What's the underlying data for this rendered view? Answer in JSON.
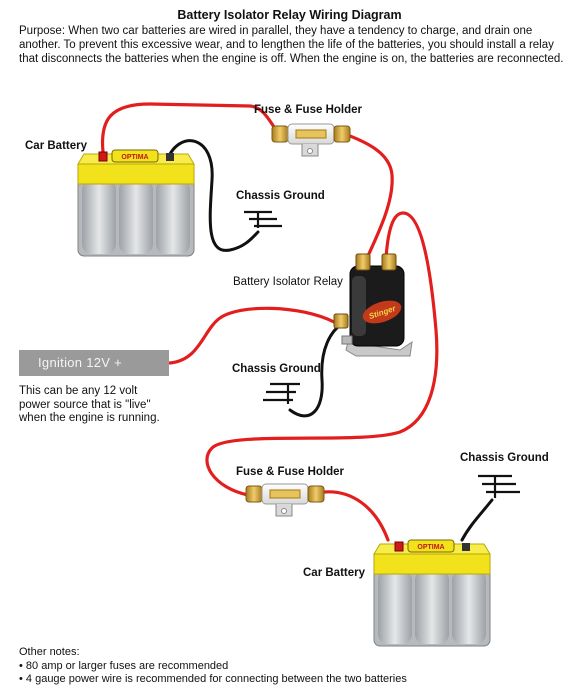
{
  "title": "Battery Isolator Relay Wiring Diagram",
  "purpose": "Purpose: When two car batteries are wired in parallel, they have a tendency to charge, and drain one another. To prevent this excessive wear, and to lengthen the life of the batteries, you should install a relay that disconnects the batteries when the engine is off. When the engine is on, the batteries are reconnected.",
  "labels": {
    "fuse_top": "Fuse & Fuse Holder",
    "car_battery_top": "Car Battery",
    "chassis_ground_1": "Chassis Ground",
    "relay": "Battery Isolator Relay",
    "chassis_ground_2": "Chassis Ground",
    "fuse_bottom": "Fuse & Fuse Holder",
    "chassis_ground_3": "Chassis Ground",
    "car_battery_bottom": "Car Battery"
  },
  "ignition": {
    "label": "Ignition 12V +",
    "note_lines": [
      "This can be any 12 volt",
      "power source that is \"live\"",
      "when the engine is running."
    ]
  },
  "relay_brand": "Stinger",
  "battery_brand": "OPTIMA",
  "other_notes": {
    "heading": "Other notes:",
    "items": [
      "• 80 amp or larger fuses are recommended",
      "• 4 gauge power wire is recommended for connecting between the two batteries"
    ]
  },
  "colors": {
    "wire_positive": "#e21e1e",
    "wire_ground": "#111111",
    "battery_top": "#f2e21c",
    "battery_body": "#c8cacc",
    "ignition_bg": "#9a9a9a"
  }
}
